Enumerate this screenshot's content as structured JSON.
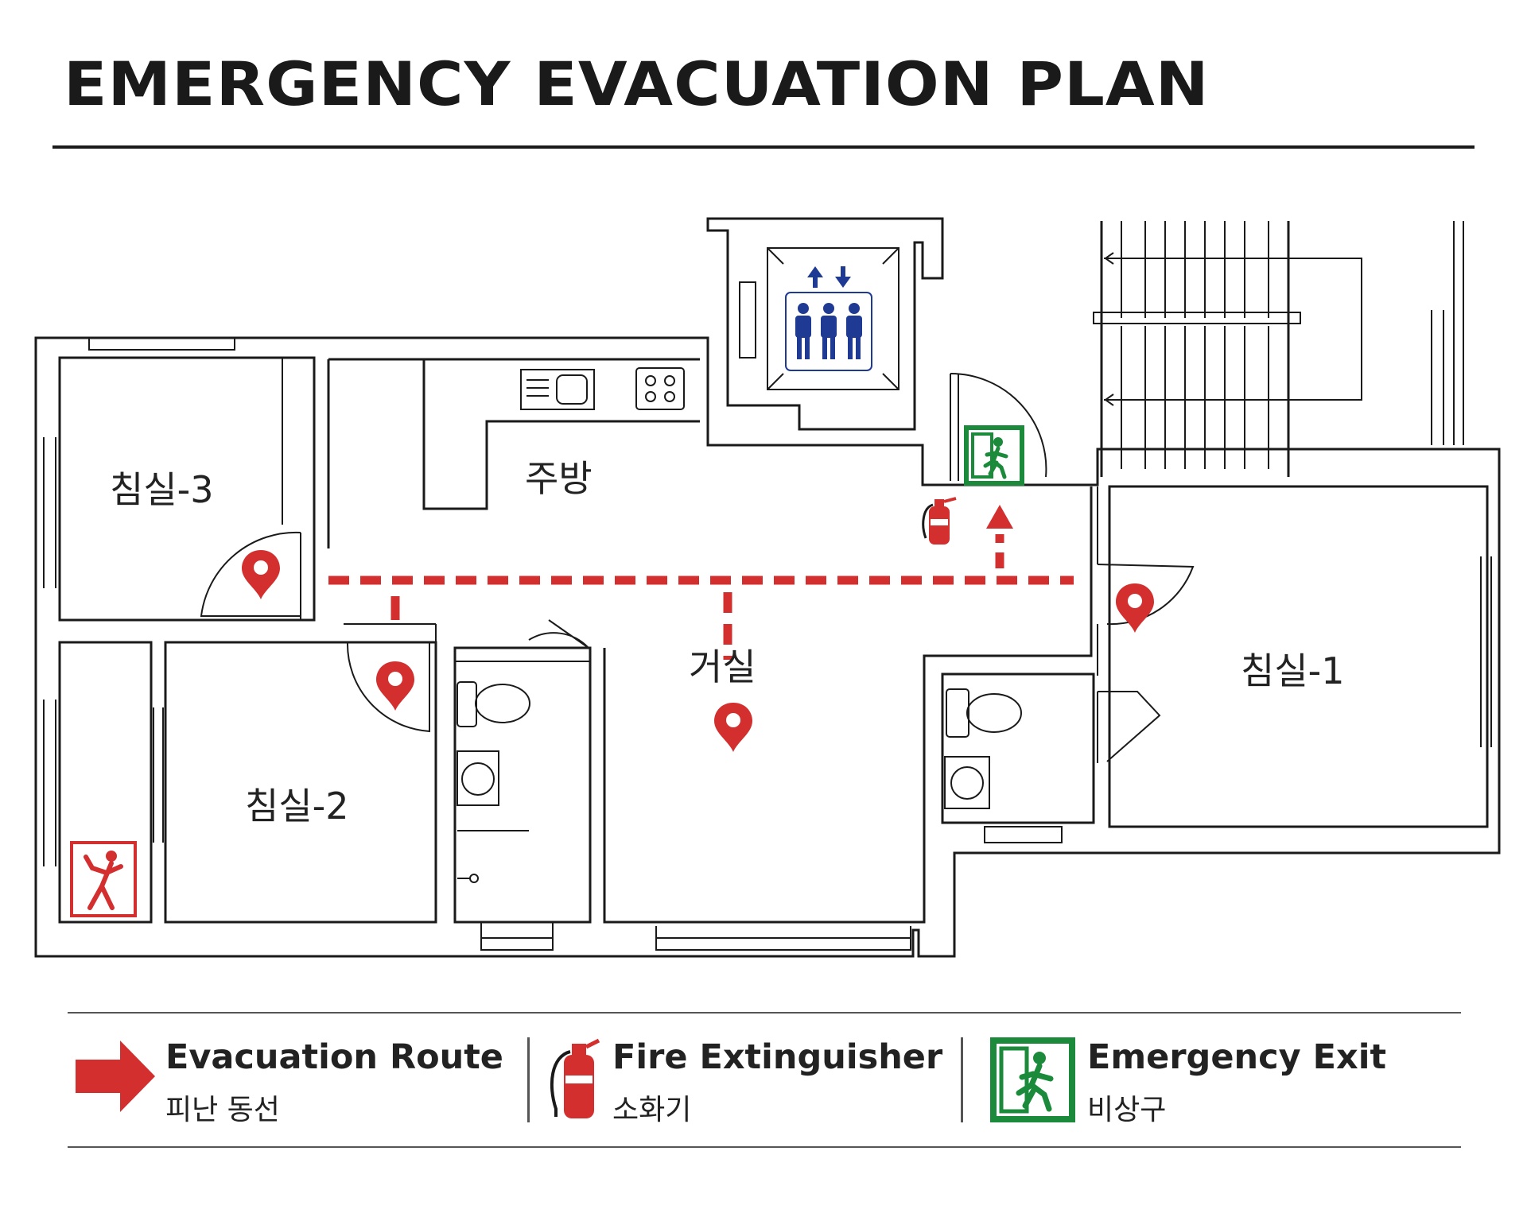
{
  "title": "EMERGENCY EVACUATION PLAN",
  "rooms": {
    "bedroom_3": "침실-3",
    "kitchen": "주방",
    "living": "거실",
    "bedroom_2": "침실-2",
    "bedroom_1": "침실-1"
  },
  "legend": {
    "route": {
      "title": "Evacuation Route",
      "subtitle": "피난 동선",
      "icon": "arrow-right-icon"
    },
    "extinguisher": {
      "title": "Fire Extinguisher",
      "subtitle": "소화기",
      "icon": "fire-extinguisher-icon"
    },
    "exit": {
      "title": "Emergency Exit",
      "subtitle": "비상구",
      "icon": "emergency-exit-icon"
    }
  },
  "colors": {
    "route_red": "#d32f2f",
    "exit_green": "#1b8a3a",
    "elevator_blue": "#1f3a93",
    "wall": "#1a1a1a"
  }
}
